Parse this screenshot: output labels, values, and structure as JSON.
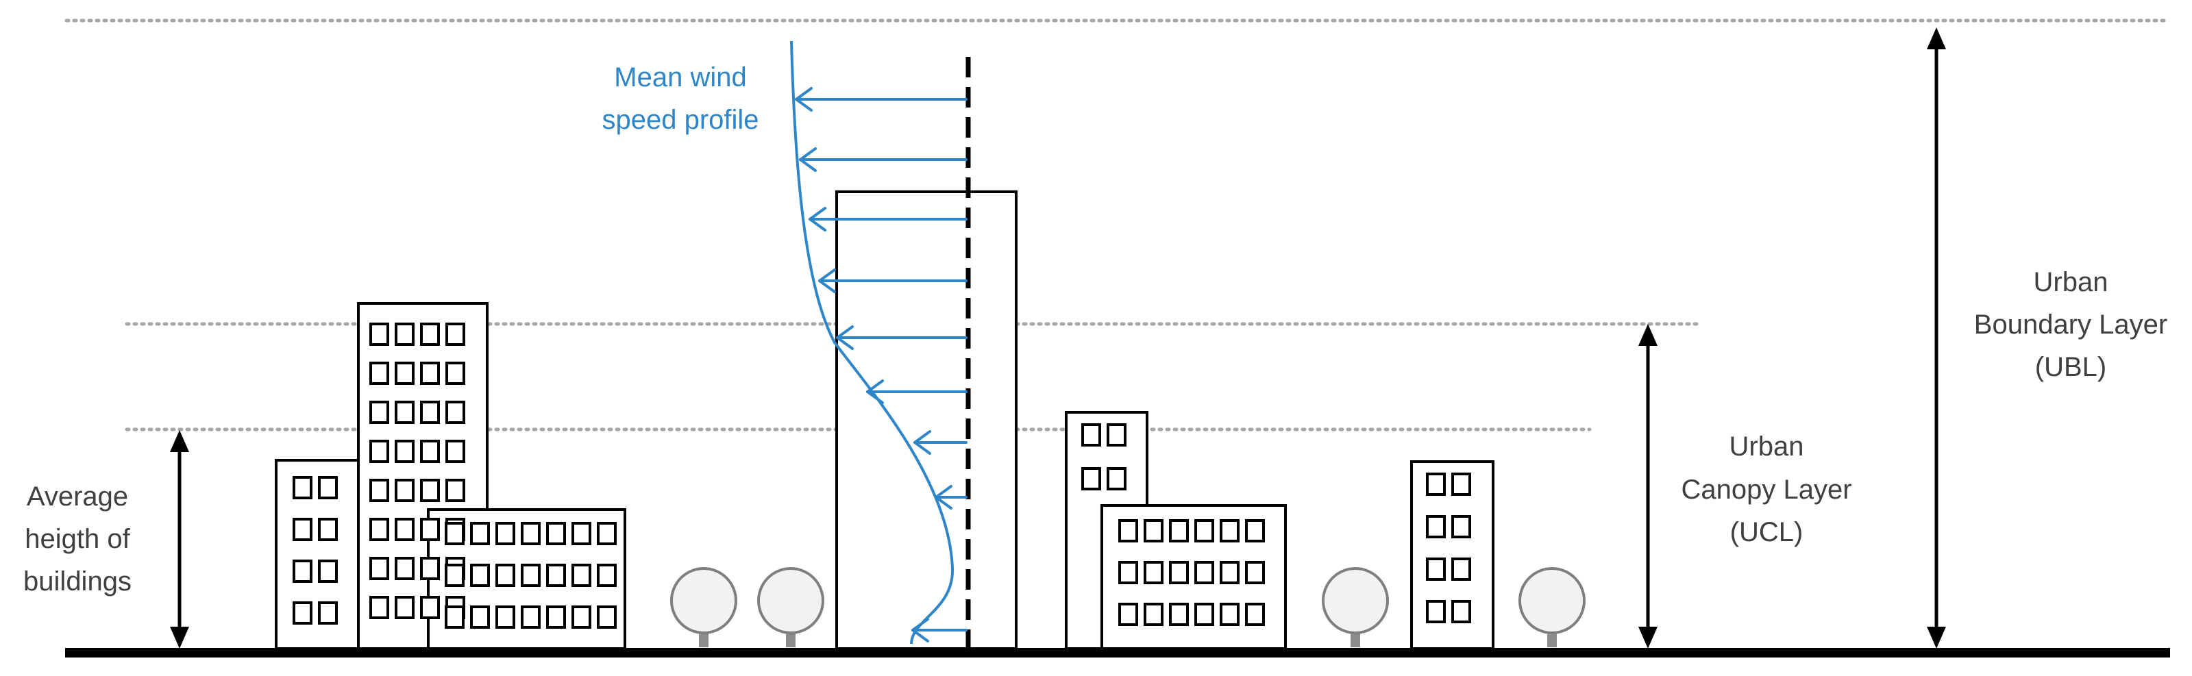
{
  "labels": {
    "wind_line1": "Mean wind",
    "wind_line2": "speed profile",
    "avg_line1": "Average",
    "avg_line2": "heigth of",
    "avg_line3": "buildings",
    "ucl_line1": "Urban",
    "ucl_line2": "Canopy Layer",
    "ucl_line3": "(UCL)",
    "ubl_line1": "Urban",
    "ubl_line2": "Boundary Layer",
    "ubl_line3": "(UBL)"
  },
  "colors": {
    "wind": "#2e86c8",
    "ink": "#000000",
    "dotted": "#a6a6a6",
    "text": "#404040",
    "tree_crown": "#f2f2f2",
    "tree_trunk": "#8c8c8c"
  },
  "icons": {
    "building": "building-icon",
    "tree": "tree-icon",
    "arrow": "double-arrow-icon"
  }
}
